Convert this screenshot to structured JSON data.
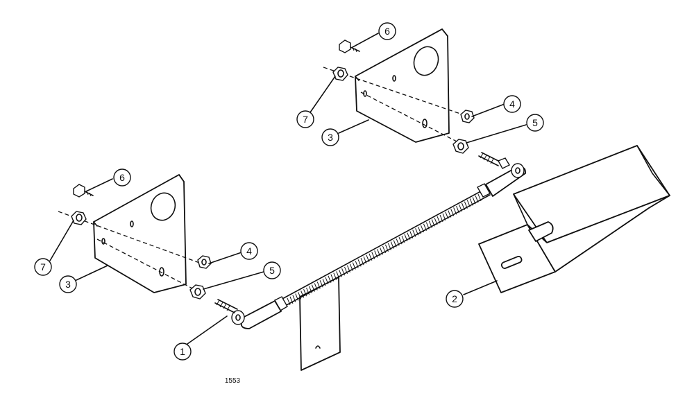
{
  "drawing_number": "1553",
  "callouts": [
    {
      "label": "1"
    },
    {
      "label": "2"
    },
    {
      "label": "3"
    },
    {
      "label": "3"
    },
    {
      "label": "4"
    },
    {
      "label": "4"
    },
    {
      "label": "5"
    },
    {
      "label": "5"
    },
    {
      "label": "6"
    },
    {
      "label": "6"
    },
    {
      "label": "7"
    },
    {
      "label": "7"
    }
  ]
}
